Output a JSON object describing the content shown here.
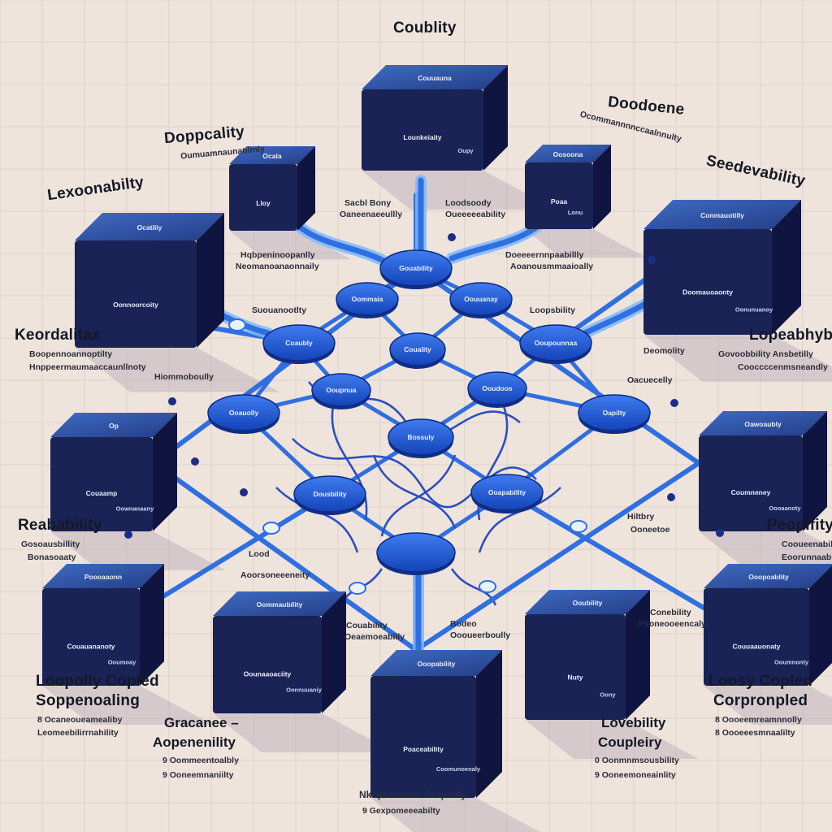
{
  "colors": {
    "background": "#efe4dc",
    "grid": "#dcd0c8",
    "cube_front": "#1a2356",
    "cube_top": "#2f56a6",
    "cube_side": "#0f1540",
    "pipe": "#2f6fe0",
    "node": "#1f5bd6",
    "text": "#141824"
  },
  "labels": {
    "top_title": "Coublity",
    "dopprcality": "Doppcality",
    "dopprcality_sub": "Oumuamnaunatilmly",
    "lexoonability": "Lexoonabilty",
    "doodoene": "Doodoene",
    "doodoene_sub": "Ocommannnnccaalnnulty",
    "seedevability": "Seedevability",
    "keordalitax": "Keordalitax",
    "keordalitax_sub1": "Boopennoannoptilty",
    "keordalitax_sub2": "Hnppeermaumaaccaunllnoty",
    "lopeabhybity": "Lopeabhybity",
    "lopeabhybity_sub1": "Govoobbility Ansbetilly",
    "lopeabhybity_sub2": "Cooccccenmsneandly",
    "reabability": "Reabability",
    "reabability_sub1": "Gosoausbillity",
    "reabability_sub2": "Bonasoaaty",
    "peopifity": "Peopifity",
    "peopifity_sub1": "Cooueenabilly",
    "peopifity_sub2": "Eoorunnaability",
    "loopolly_copled": "Loopolly Copled",
    "soppenoaling": "Soppenoaling",
    "loopolly_sub1": "8 Ocaneoueamealiby",
    "loopolly_sub2": "Leomeebilirrnahility",
    "loosy_copled": "Loosy Copled",
    "corpronpled": "Corpronpled",
    "loosy_sub1": "8 Oooeemreamnnolly",
    "loosy_sub2": "8 Oooeeesmnaalilty",
    "gracanee": "Gracanee –",
    "aopeneility": "Aopenenility",
    "gracanee_sub1": "9 Oommeentoalbly",
    "gracanee_sub2": "9 Ooneemnaniilty",
    "lovebility": "Lovebility",
    "coupleiry": "Coupleiry",
    "lovebility_sub1": "0 Oonmnmsousbility",
    "lovebility_sub2": "9 Ooneemoneainlity",
    "bottom_caption": "Nkopueomoo Grapelity",
    "bottom_caption_sub": "9 Gexpomeeeabilty",
    "ann_sacbl": "Sacbl Bony",
    "ann_sacbl_sub": "Oaneenaeeullly",
    "ann_loodsoody": "Loodsoody",
    "ann_loodsoody_sub": "Oueeeeeability",
    "ann_hyb": "Hqbpeninoopanlly",
    "ann_hyb_sub": "Neomanoanaonnaily",
    "ann_dosorn": "Doeeeernnpaabillly",
    "ann_dosorn_sub": "Aoanousmmaaioally",
    "ann_loopsbility": "Loopsbility",
    "ann_deomolity": "Deomolity",
    "ann_deomolity_sub": "Oacuecelly",
    "ann_mid_left": "Hiommoboully",
    "ann_mid_left_sub": "Suouanootlty",
    "ann_couebity": "Conebility",
    "ann_couebity_sub": "Psoneooeencaly",
    "ann_bodeo": "Bodeo",
    "ann_bodeo_sub": "Oooueerboully",
    "ann_couability": "Couability",
    "ann_couability_sub": "Oeaemoeabilly",
    "ann_hiltbry": "Hiltbry",
    "ann_hiltbry_sub": "Ooneetoe",
    "ann_lood": "Lood",
    "ann_lood_sub": "Aoorsoneeeneity"
  },
  "cubes": {
    "top": {
      "top": "Couuauna",
      "front": "Lounkeiaity",
      "side": "Oupy"
    },
    "upper_left_small": {
      "top": "Ocala",
      "front": "Lloy",
      "side": ""
    },
    "upper_right_small": {
      "top": "Oosoona",
      "front": "Poaa",
      "side": "Lonu"
    },
    "left_big": {
      "top": "Ocatiliy",
      "front": "Oonnoorcoity",
      "side": ""
    },
    "right_big": {
      "top": "Conmauotilly",
      "front": "Doomauoaonty",
      "side": "Oonunuanoy"
    },
    "mid_left": {
      "top": "Op",
      "front": "Couaamp",
      "side": "Oownanaany"
    },
    "mid_right": {
      "top": "Oawoaubly",
      "front": "Coumneney",
      "side": "Oooaanoty"
    },
    "bottom_left_far": {
      "top": "Poooaaonn",
      "front": "Couauananoty",
      "side": "Ooumoay"
    },
    "bottom_left": {
      "top": "Oommaubility",
      "front": "Oounaaoaciity",
      "side": "Oonnuuaniy"
    },
    "bottom_center": {
      "top": "Ooopability",
      "front": "Poaceability",
      "side": "Coomunoenaly"
    },
    "bottom_right": {
      "top": "Ooubility",
      "front": "Nuty",
      "side": "Oony"
    },
    "bottom_right_far": {
      "top": "Ooopoablity",
      "front": "Couuaauonaty",
      "side": "Ooumnonty"
    }
  },
  "nodes": {
    "n1": "Gouability",
    "n2": "Oommaia",
    "n3": "Oouuanay",
    "n4": "Coaubly",
    "n5": "Ooupounnaa",
    "n6": "Couality",
    "n7": "Ooupnua",
    "n8": "Ooudoos",
    "n9": "Ooauolly",
    "n10": "Bossuly",
    "n11": "Oapilty",
    "n12": "Dousbility",
    "n13": "Ooapability"
  }
}
